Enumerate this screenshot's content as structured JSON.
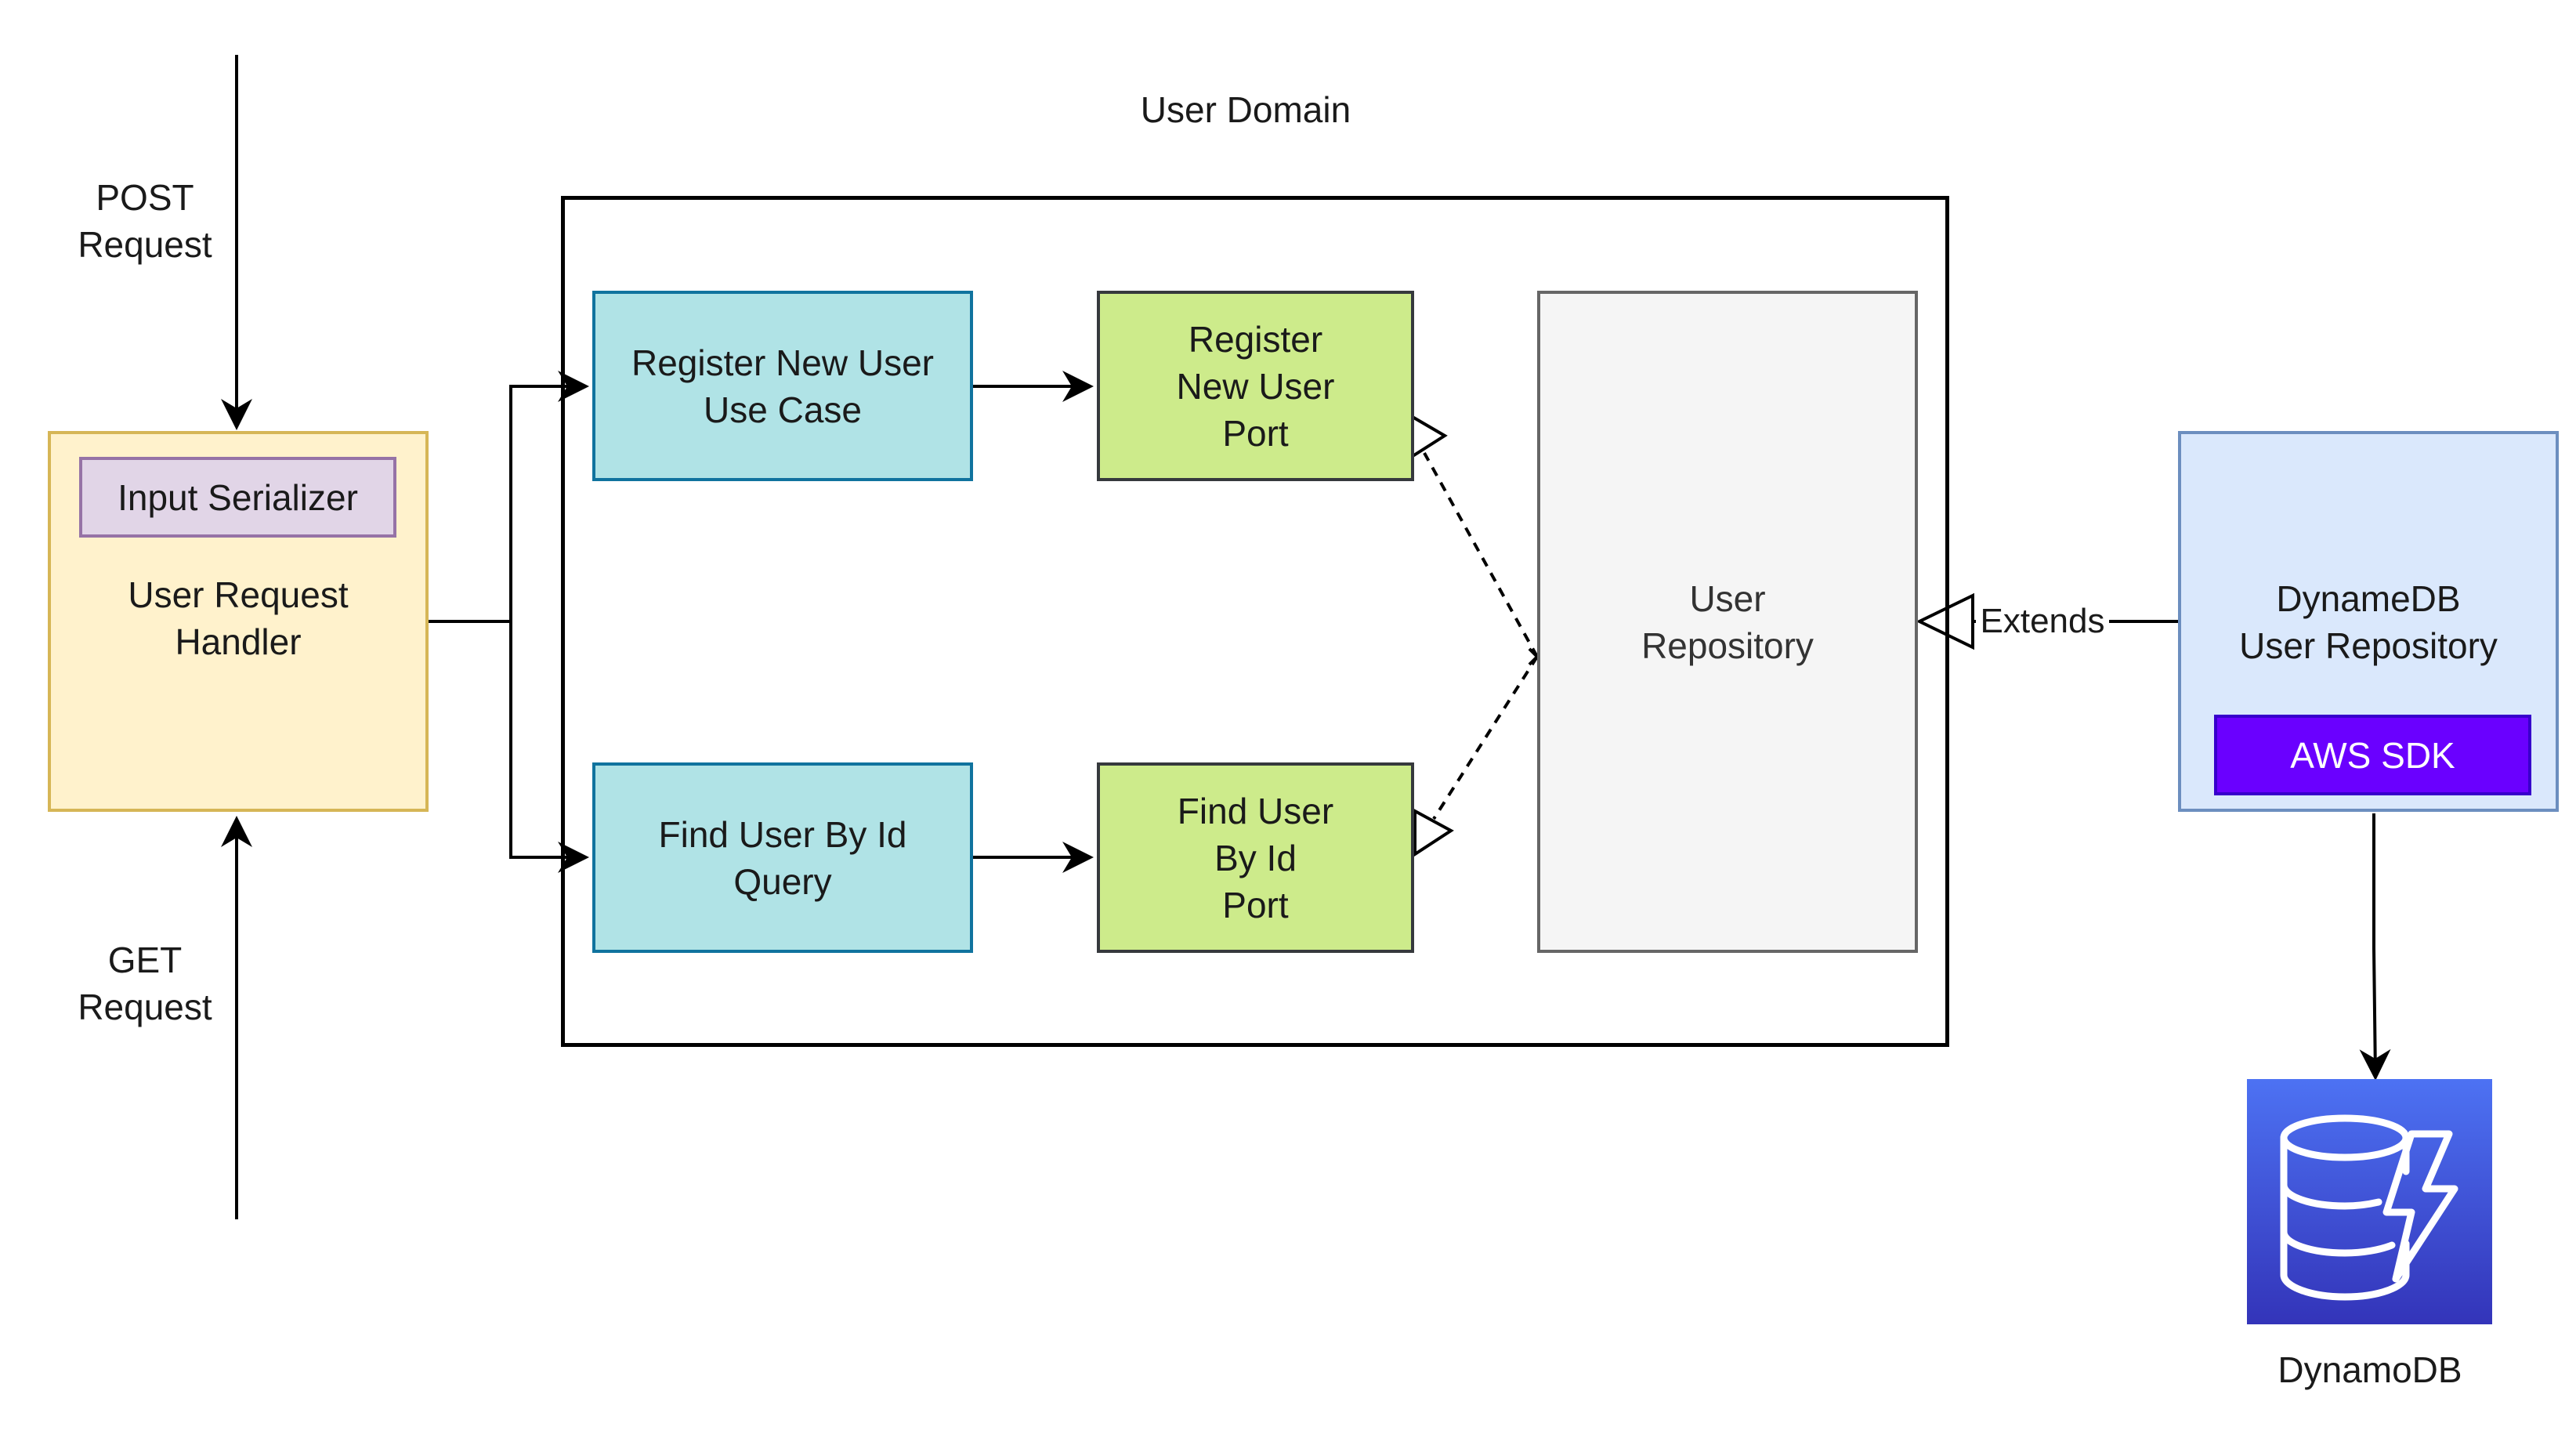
{
  "diagram": {
    "title": "User Domain",
    "left_inputs": {
      "post": "POST\nRequest",
      "get": "GET\nRequest"
    },
    "handler": {
      "title": "User Request\nHandler",
      "serializer": "Input Serializer"
    },
    "use_cases": {
      "register": "Register New User\nUse Case",
      "find": "Find User By Id\nQuery"
    },
    "ports": {
      "register": "Register\nNew User\nPort",
      "find": "Find User\nBy Id\nPort"
    },
    "repository": "User\nRepository",
    "dynamo_repository": {
      "title": "DynameDB\nUser Repository",
      "sdk": "AWS SDK"
    },
    "extends_label": "Extends",
    "database": {
      "label": "DynamoDB",
      "icon": "dynamodb-icon"
    },
    "colors": {
      "handler_fill": "#fff2cc",
      "serializer_fill": "#e1d5e7",
      "usecase_fill": "#b0e3e6",
      "port_fill": "#cdeb8b",
      "repository_fill": "#f5f5f5",
      "dynamo_repo_fill": "#dae8fc",
      "sdk_fill": "#6a00ff",
      "dynamo_icon_top": "#4d72f3",
      "dynamo_icon_bottom": "#3334b9"
    }
  }
}
